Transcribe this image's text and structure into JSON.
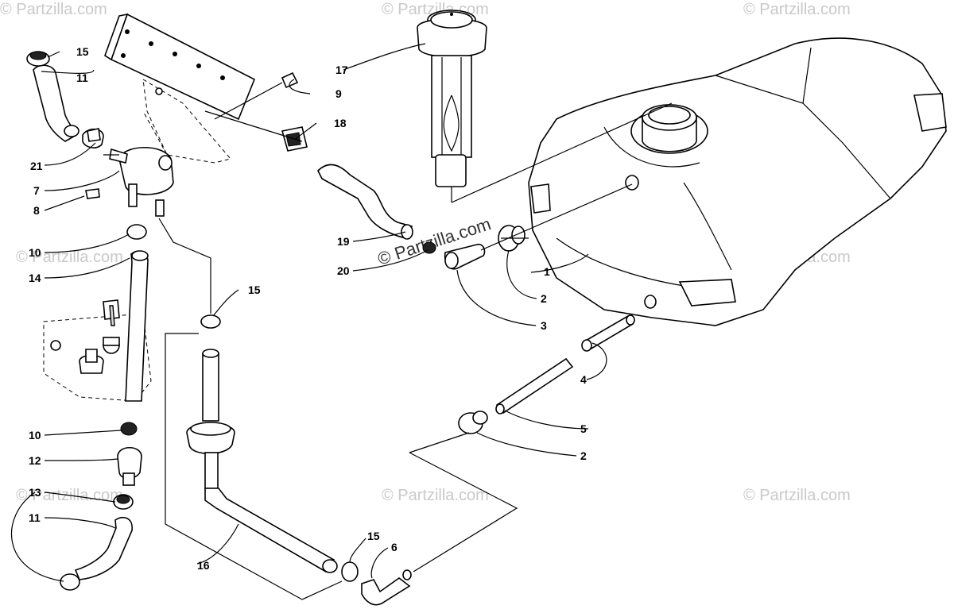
{
  "watermark": "© Partzilla.com",
  "callouts": {
    "c1": "1",
    "c2a": "2",
    "c2b": "2",
    "c3": "3",
    "c4": "4",
    "c5": "5",
    "c6": "6",
    "c7": "7",
    "c8": "8",
    "c9": "9",
    "c10a": "10",
    "c10b": "10",
    "c11a": "11",
    "c11b": "11",
    "c12": "12",
    "c13": "13",
    "c14": "14",
    "c15a": "15",
    "c15b": "15",
    "c15c": "15",
    "c16": "16",
    "c17": "17",
    "c18": "18",
    "c19": "19",
    "c20": "20",
    "c21": "21"
  }
}
